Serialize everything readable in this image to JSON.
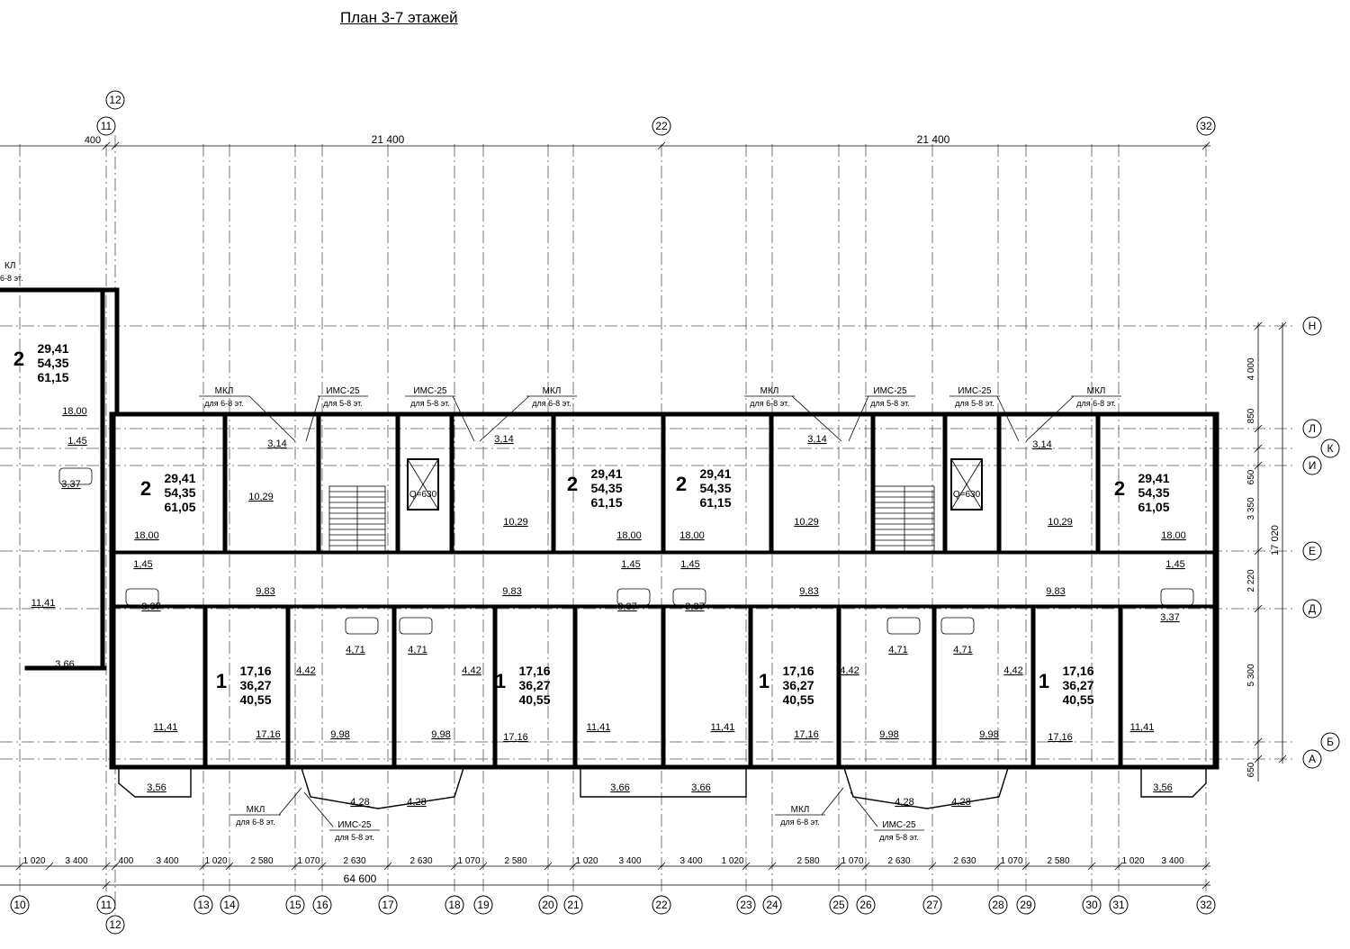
{
  "title": "План 3-7 этажей",
  "overall_dimension": "64 600",
  "top_axes": [
    {
      "id": "11",
      "dim_before": "400"
    },
    {
      "id": "22",
      "dim_before": "21 400"
    },
    {
      "id": "32",
      "dim_before": "21 400"
    }
  ],
  "top_aux_axis": "12",
  "bottom_axes": [
    "10",
    "11",
    "13",
    "14",
    "15",
    "16",
    "17",
    "18",
    "19",
    "20",
    "21",
    "22",
    "23",
    "24",
    "25",
    "26",
    "27",
    "28",
    "29",
    "30",
    "31",
    "32"
  ],
  "bottom_aux_axis": "12",
  "bottom_dims": [
    "1 020",
    "3 400",
    "400",
    "3 400",
    "1 020",
    "2 580",
    "1 070",
    "2 630",
    "2 630",
    "1 070",
    "2 580",
    "1 020",
    "3 400",
    "3 400",
    "1 020",
    "2 580",
    "1 070",
    "2 630",
    "2 630",
    "1 070",
    "2 580",
    "1 020",
    "3 400"
  ],
  "right_axes": [
    "Н",
    "Л",
    "К",
    "И",
    "Е",
    "Д",
    "Б",
    "А"
  ],
  "right_dims": [
    "4 000",
    "850",
    "650",
    "3 350",
    "2 220",
    "5 300",
    "650"
  ],
  "right_total": "17 020",
  "equipment": {
    "mkl": "МКЛ",
    "ims": "ИМС-25",
    "note_68": "для 6-8 эт.",
    "note_58": "для 5-8 эт.",
    "lift": "Q=630"
  },
  "apartments": [
    {
      "rooms": "2",
      "living": "29,41",
      "total": "54,35",
      "overall": "61,15"
    },
    {
      "rooms": "2",
      "living": "29,41",
      "total": "54,35",
      "overall": "61,05"
    },
    {
      "rooms": "2",
      "living": "29,41",
      "total": "54,35",
      "overall": "61,15"
    },
    {
      "rooms": "2",
      "living": "29,41",
      "total": "54,35",
      "overall": "61,15"
    },
    {
      "rooms": "2",
      "living": "29,41",
      "total": "54,35",
      "overall": "61,05"
    },
    {
      "rooms": "1",
      "living": "17,16",
      "total": "36,27",
      "overall": "40,55"
    },
    {
      "rooms": "1",
      "living": "17,16",
      "total": "36,27",
      "overall": "40,55"
    },
    {
      "rooms": "1",
      "living": "17,16",
      "total": "36,27",
      "overall": "40,55"
    },
    {
      "rooms": "1",
      "living": "17,16",
      "total": "36,27",
      "overall": "40,55"
    }
  ],
  "room_areas": {
    "r1800": "18,00",
    "r145": "1,45",
    "r337": "3,37",
    "r1141": "11,41",
    "r366": "3,66",
    "r314": "3,14",
    "r1029": "10,29",
    "r983": "9,83",
    "r471": "4,71",
    "r442": "4,42",
    "r1716": "17,16",
    "r998": "9,98",
    "r356": "3,56",
    "r428": "4,28"
  }
}
